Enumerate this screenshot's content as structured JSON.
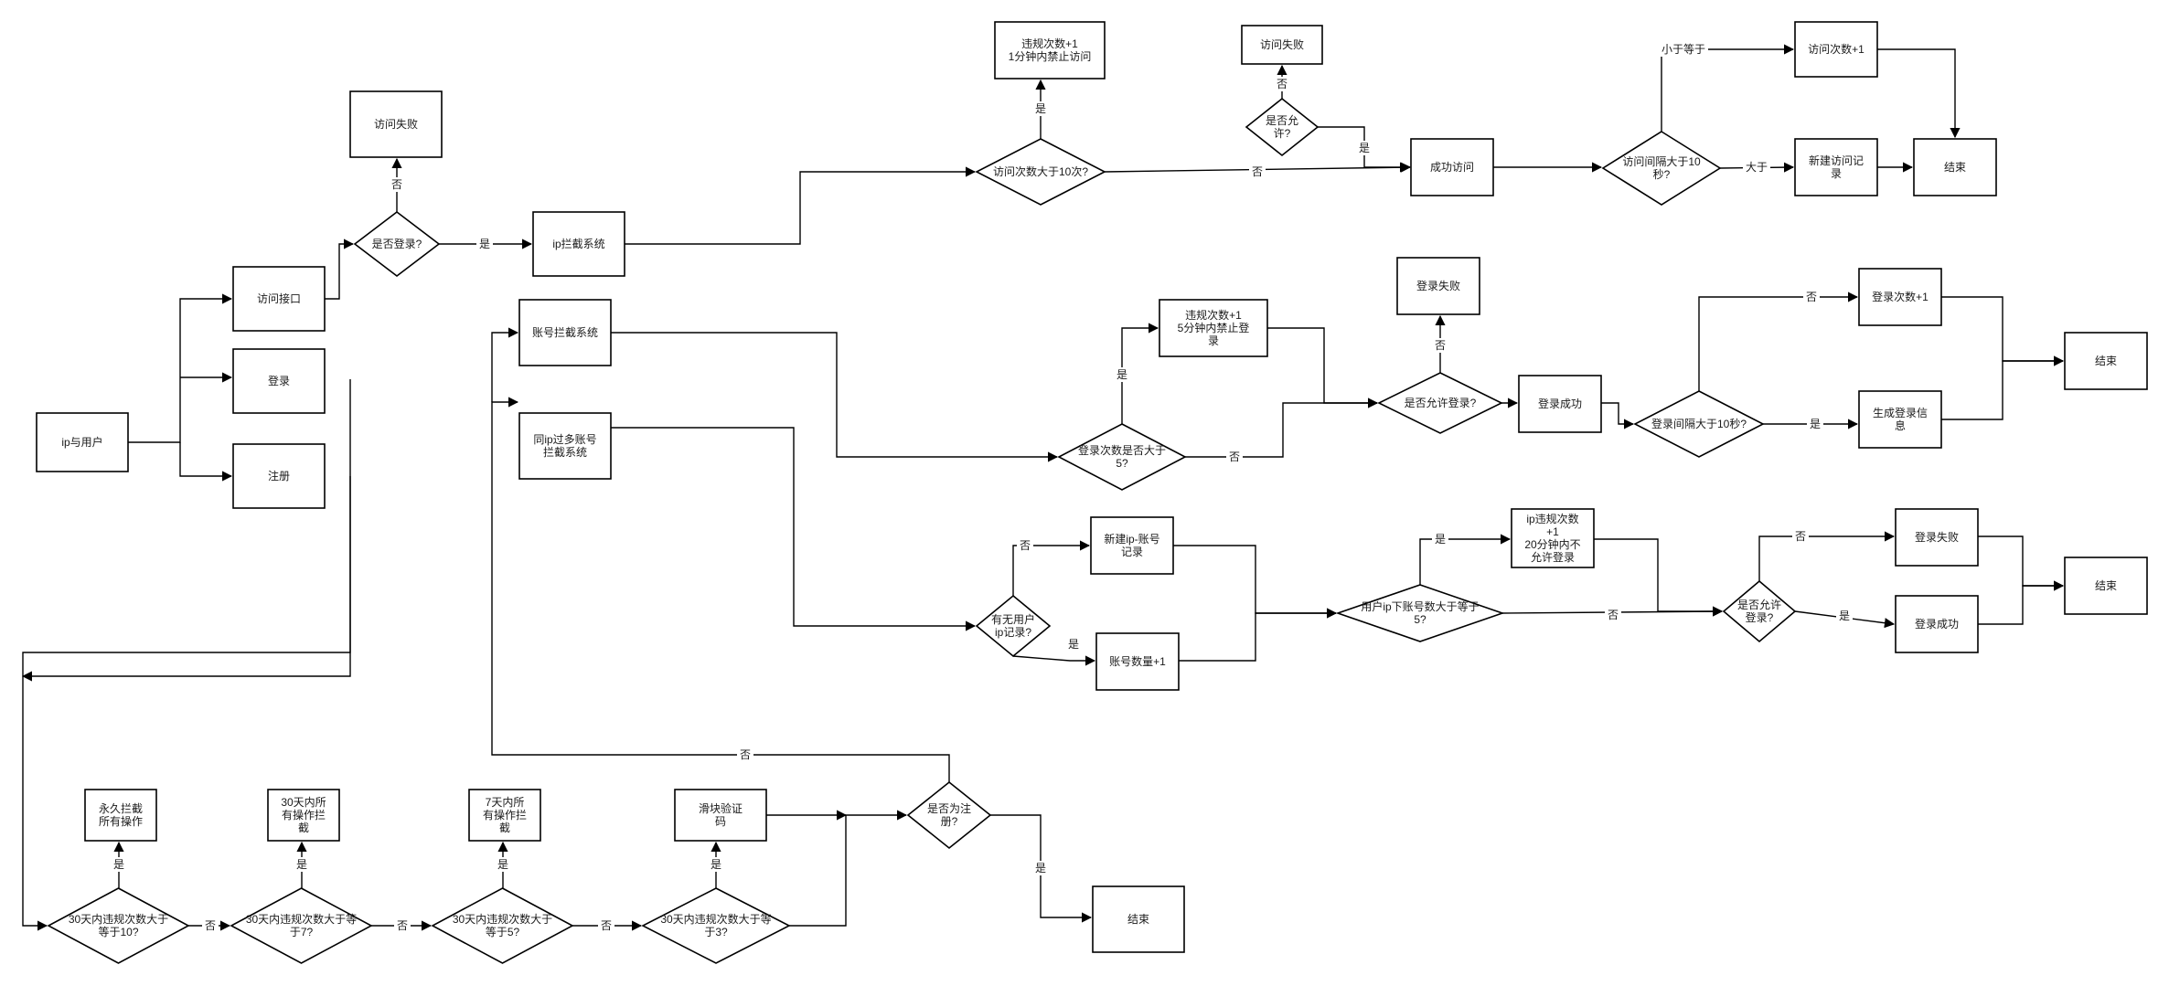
{
  "nodes": {
    "ip_user": "ip与用户",
    "access_api": "访问接口",
    "login": "登录",
    "register": "注册",
    "is_logged_in": "是否登录?",
    "access_fail_1": "访问失败",
    "ip_block_sys": "ip拦截系统",
    "access_gt10": "访问次数大于10次?",
    "violation_1min": [
      "违规次数+1",
      "1分钟内禁止访问"
    ],
    "allow_access": [
      "是否允",
      "许?"
    ],
    "access_fail_2": "访问失败",
    "access_success": "成功访问",
    "access_interval": [
      "访问间隔大于10",
      "秒?"
    ],
    "access_count_inc": "访问次数+1",
    "new_access_record": [
      "新建访问记",
      "录"
    ],
    "end_1": "结束",
    "account_block_sys": "账号拦截系统",
    "same_ip_multi": [
      "同ip过多账号",
      "拦截系统"
    ],
    "login_gt5": [
      "登录次数是否大于",
      "5?"
    ],
    "violation_5min": [
      "违规次数+1",
      "5分钟内禁止登",
      "录"
    ],
    "allow_login_1": "是否允许登录?",
    "login_fail_1": "登录失败",
    "login_success_1": "登录成功",
    "login_interval": "登录间隔大于10秒?",
    "login_count_inc": "登录次数+1",
    "gen_login_info": [
      "生成登录信",
      "息"
    ],
    "end_2": "结束",
    "has_user_ip": [
      "有无用户",
      "ip记录?"
    ],
    "new_ip_account": [
      "新建ip-账号",
      "记录"
    ],
    "account_count_inc": "账号数量+1",
    "accounts_gt5": [
      "用户ip下账号数大于等于",
      "5?"
    ],
    "ip_violation_20min": [
      "ip违规次数",
      "+1",
      "20分钟内不",
      "允许登录"
    ],
    "allow_login_2": [
      "是否允许",
      "登录?"
    ],
    "login_fail_2": "登录失败",
    "login_success_2": "登录成功",
    "end_3": "结束",
    "is_register": [
      "是否为注",
      "册?"
    ],
    "end_4": "结束",
    "slider_captcha": [
      "滑块验证",
      "码"
    ],
    "v30_ge3": [
      "30天内违规次数大于等",
      "于3?"
    ],
    "block_7d": [
      "7天内所",
      "有操作拦",
      "截"
    ],
    "v30_ge5": [
      "30天内违规次数大于",
      "等于5?"
    ],
    "block_30d": [
      "30天内所",
      "有操作拦",
      "截"
    ],
    "v30_ge7": [
      "30天内违规次数大于等",
      "于7?"
    ],
    "perm_block": [
      "永久拦截",
      "所有操作"
    ],
    "v30_ge10": [
      "30天内违规次数大于",
      "等于10?"
    ]
  },
  "edge_labels": {
    "yes": "是",
    "no": "否",
    "le": "小于等于",
    "gt": "大于"
  }
}
